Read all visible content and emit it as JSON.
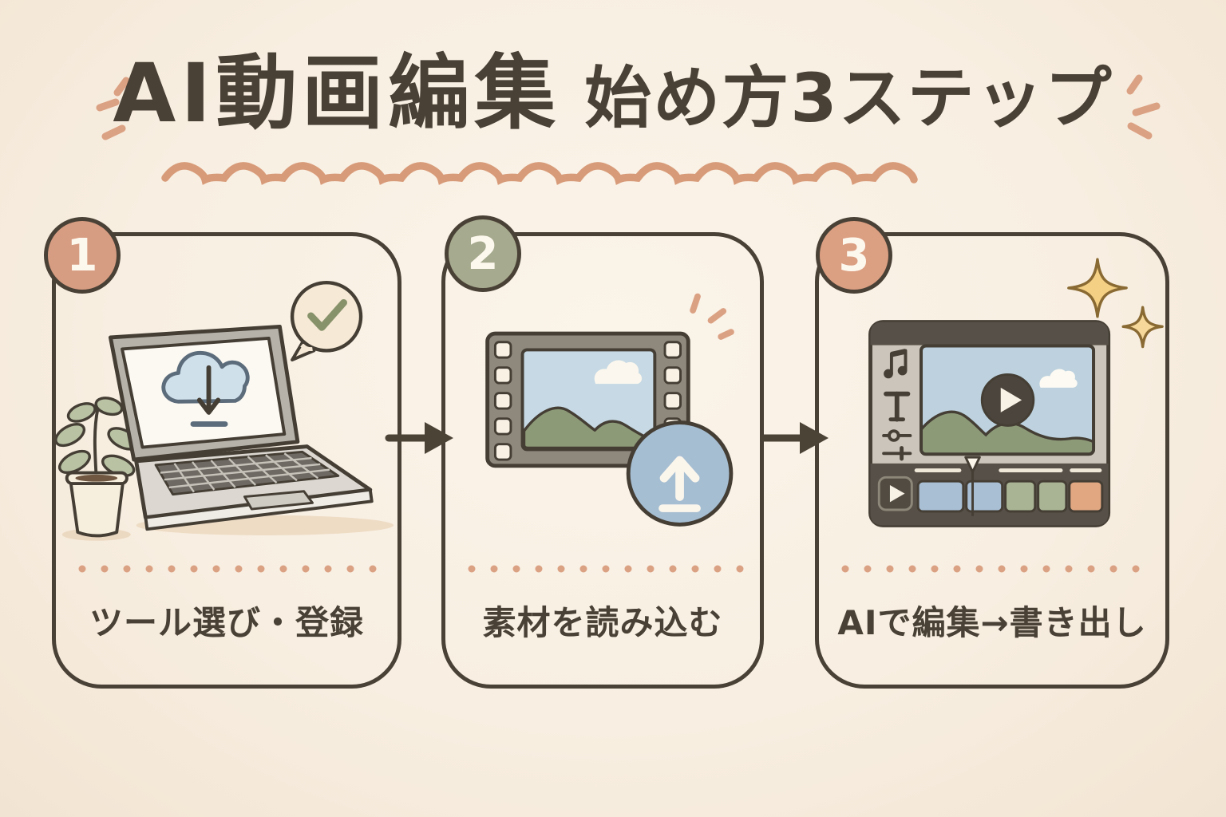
{
  "canvas": {
    "background_color": "#f8efe2",
    "ink_color": "#4a4136",
    "accent_color": "#db9c7c"
  },
  "title": {
    "full": "AI動画編集 始め方3ステップ",
    "main": "AI動画編集",
    "sub": "始め方3ステップ",
    "decorations": [
      "sparkle-dashes-icon",
      "wavy-underline"
    ]
  },
  "steps": [
    {
      "number": "1",
      "caption": "ツール選び・登録",
      "badge_color": "#d79d82",
      "icons": [
        "laptop-icon",
        "cloud-download-icon",
        "plant-icon",
        "checkmark-bubble-icon"
      ]
    },
    {
      "number": "2",
      "caption": "素材を読み込む",
      "badge_color": "#a6aa8e",
      "icons": [
        "film-strip-icon",
        "upload-icon",
        "sparkle-dashes-icon"
      ]
    },
    {
      "number": "3",
      "caption": "AIで編集→書き出し",
      "badge_color": "#db9f82",
      "icons": [
        "video-editor-icon",
        "music-note-icon",
        "text-tool-icon",
        "sliders-icon",
        "play-button-icon",
        "timeline-clips-icon",
        "playhead-icon",
        "sparkle-stars-icon"
      ]
    }
  ],
  "connectors": {
    "between_1_2": "arrow-right-icon",
    "between_2_3": "arrow-right-icon"
  },
  "palette": {
    "badge_1": "#d79d82",
    "badge_2": "#a6aa8e",
    "badge_3": "#db9f82",
    "cloud_blue": "#cfe0eb",
    "cloud_outline": "#5c6c7b",
    "bubble_cream": "#f6e9d5",
    "check_green": "#87926b",
    "laptop_gray": "#b6b2aa",
    "film_gray": "#8e887d",
    "sky_blue": "#c6d9e4",
    "mountain_green": "#8d9a77",
    "upload_blue": "#a6bed2",
    "editor_body": "#cbc5bb",
    "editor_dark": "#565048",
    "clip_blue": "#a9bfd4",
    "clip_green": "#a9b494",
    "clip_orange": "#e0a781",
    "star_gold": "#f4d084"
  }
}
